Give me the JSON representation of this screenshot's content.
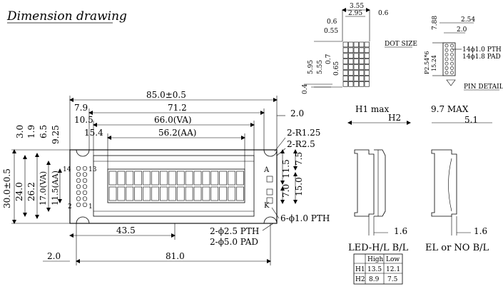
{
  "title": "Dimension drawing",
  "front_view": {
    "overall_width": "85.0±0.5",
    "w_71_2": "71.2",
    "w_7_9": "7.9",
    "w_10_5": "10.5",
    "va_width": "66.0(VA)",
    "w_15_4": "15.4",
    "aa_width": "56.2(AA)",
    "w_2_0_right": "2.0",
    "radius_1": "2-R1.25",
    "radius_2": "2-R2.5",
    "pin_14": "14",
    "pin_13": "13",
    "pin_2": "2",
    "pin_1": "1",
    "pin_a": "A",
    "pin_k": "K",
    "h_3_0": "3.0",
    "h_1_9": "1.9",
    "h_6_5": "6.5",
    "h_9_25": "9.25",
    "overall_height": "30.0±0.5",
    "h_24_0": "24.0",
    "h_26_2": "26.2",
    "va_height": "17.0(VA)",
    "aa_height": "11.5(AA)",
    "r_11_5": "11.5",
    "r_7_5": "7.5",
    "r_7_0": "7.0",
    "r_15_0": "15.0",
    "pth_6": "6-ϕ1.0 PTH",
    "pth_2": "2-ϕ2.5 PTH",
    "pad_2": "2-ϕ5.0 PAD",
    "w_43_5": "43.5",
    "w_2_0_bottom": "2.0",
    "w_81_0": "81.0"
  },
  "dot_size": {
    "w_3_55": "3.55",
    "w_2_95": "2.95",
    "w_0_6_right": "0.6",
    "w_0_6_left": "0.6",
    "w_0_55": "0.55",
    "h_5_95": "5.95",
    "h_5_55": "5.55",
    "h_0_7": "0.7",
    "h_0_65": "0.65",
    "h_0_4": "0.4",
    "label": "DOT SIZE"
  },
  "pin_detail": {
    "w_2_54": "2.54",
    "w_2_0": "2.0",
    "h_7_88": "7.88",
    "h_15_24": "15.24",
    "pitch": "P2.54*6",
    "pth_note": "14ϕ1.0 PTH",
    "pad_note": "14ϕ1.8 PAD",
    "label": "PIN DETAIL"
  },
  "side_led": {
    "h1": "H1 max",
    "h2": "H2",
    "t_1_6": "1.6",
    "caption": "LED-H/L B/L"
  },
  "side_el": {
    "max": "9.7 MAX",
    "t_5_1": "5.1",
    "t_1_6": "1.6",
    "caption": "EL or NO B/L"
  },
  "bl_table": {
    "headers": [
      "",
      "High",
      "Low"
    ],
    "rows": [
      [
        "H1",
        "13.5",
        "12.1"
      ],
      [
        "H2",
        "8.9",
        "7.5"
      ]
    ]
  }
}
